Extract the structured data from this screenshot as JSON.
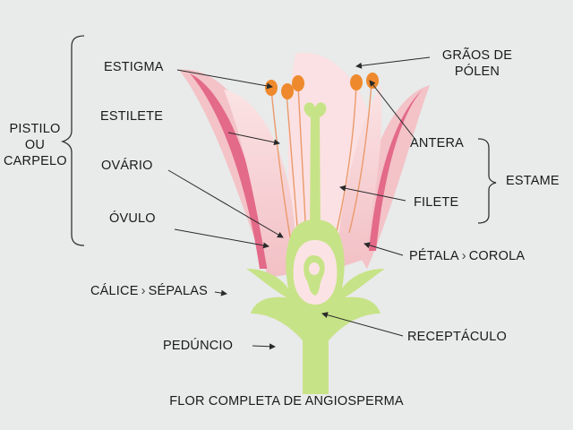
{
  "title": "FLOR COMPLETA DE ANGIOSPERMA",
  "labels": {
    "estigma": "ESTIGMA",
    "estilete": "ESTILETE",
    "ovario": "OVÁRIO",
    "ovulo": "ÓVULO",
    "pistilo_line1": "PISTILO",
    "pistilo_line2": "OU",
    "pistilo_line3": "CARPELO",
    "graos_line1": "GRÃOS DE",
    "graos_line2": "PÓLEN",
    "antera": "ANTERA",
    "filete": "FILETE",
    "estame": "ESTAME",
    "petala": "PÉTALA",
    "corola": "COROLA",
    "calice": "CÁLICE",
    "sepalas": "SÉPALAS",
    "receptaculo": "RECEPTÁCULO",
    "pedunculo": "PEDÚNCIO"
  },
  "separator": "›",
  "colors": {
    "background": "#e9eaea",
    "petal": "#f4c9cd",
    "petal_dark": "#e76e8c",
    "stem": "#c9e58a",
    "anther": "#ef8a2e",
    "arrow": "#2a2a2a"
  }
}
